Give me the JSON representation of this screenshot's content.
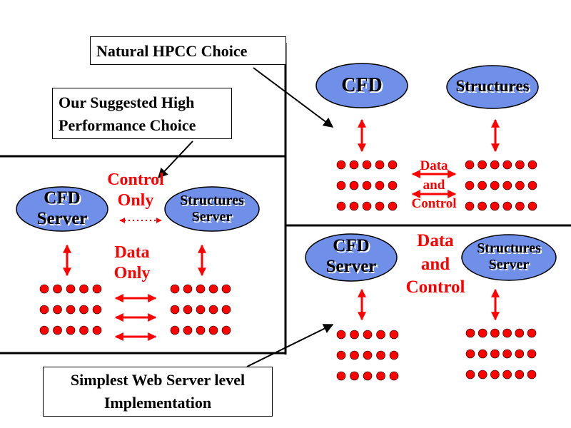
{
  "callouts": {
    "natural": "Natural HPCC Choice",
    "suggested_line1": "Our Suggested High",
    "suggested_line2": "Performance Choice",
    "simplest_line1": "Simplest Web Server level",
    "simplest_line2": "Implementation"
  },
  "nodes": {
    "cfd_top": "CFD",
    "structures_top": "Structures",
    "cfd_server_left_1": "CFD",
    "cfd_server_left_2": "Server",
    "structures_server_left_1": "Structures",
    "structures_server_left_2": "Server",
    "cfd_server_right_1": "CFD",
    "cfd_server_right_2": "Server",
    "structures_server_right_1": "Structures",
    "structures_server_right_2": "Server"
  },
  "labels": {
    "control_only_1": "Control",
    "control_only_2": "Only",
    "data_only_1": "Data",
    "data_only_2": "Only",
    "data_and_control_top_1": "Data",
    "data_and_control_top_2": "and",
    "data_and_control_top_3": "Control",
    "data_and_control_mid_1": "Data",
    "data_and_control_mid_2": "and",
    "data_and_control_mid_3": "Control"
  },
  "colors": {
    "node_fill": "#6f8fe8",
    "node_stroke": "#000000",
    "dot": "#ff0000",
    "arrow": "#ff0000",
    "label_red": "#ff0000"
  }
}
